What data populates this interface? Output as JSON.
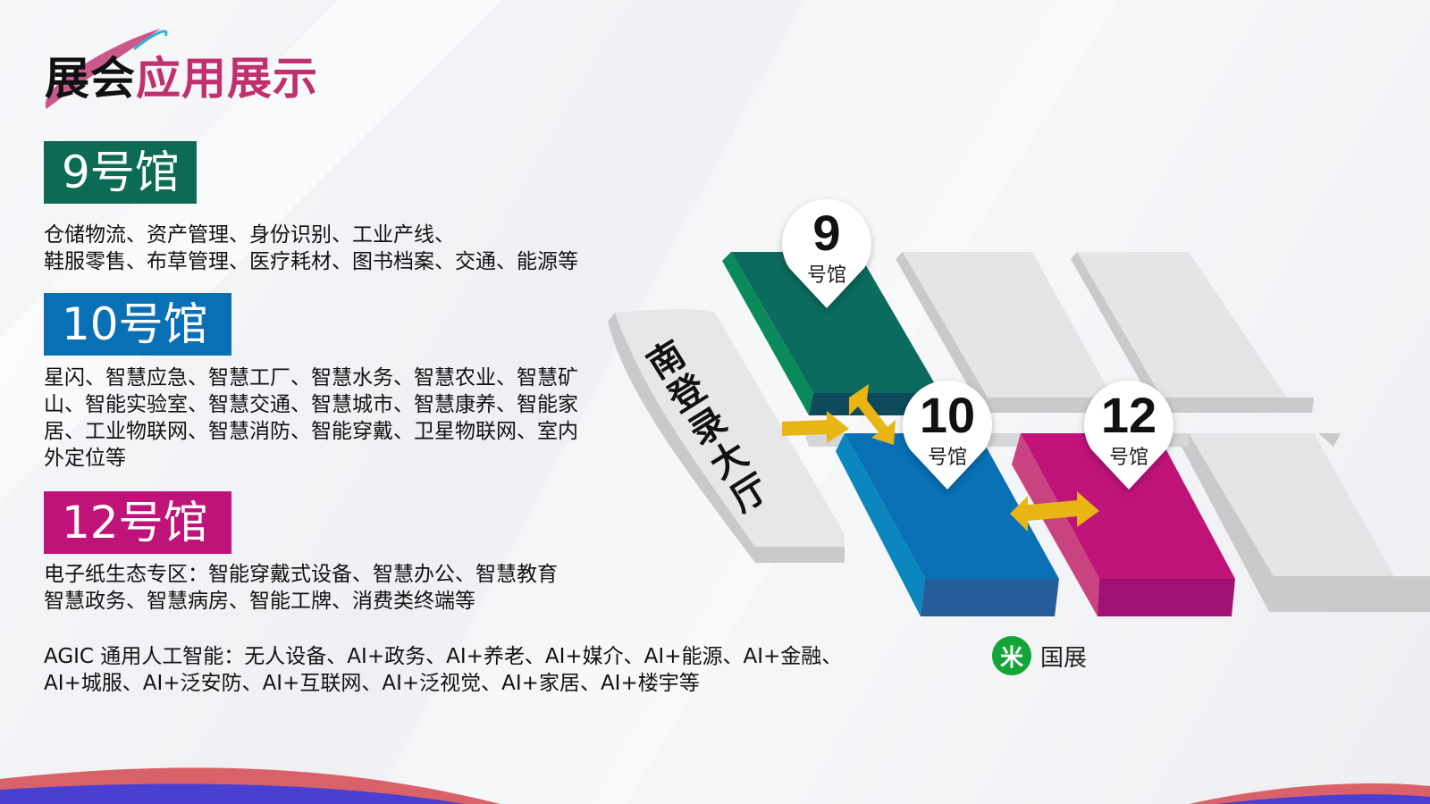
{
  "title": {
    "part1": "展会",
    "part2": "应用展示"
  },
  "halls": [
    {
      "tag": "9号馆",
      "color": "#0b6b55",
      "lines": [
        "仓储物流、资产管理、身份识别、工业产线、",
        "鞋服零售、布草管理、医疗耗材、图书档案、交通、能源等"
      ]
    },
    {
      "tag": "10号馆",
      "color": "#0a70b5",
      "lines": [
        "星闪、智慧应急、智慧工厂、智慧水务、智慧农业、智慧矿",
        "山、智能实验室、智慧交通、智慧城市、智慧康养、智能家",
        "居、工业物联网、智慧消防、智能穿戴、卫星物联网、室内",
        "外定位等"
      ]
    },
    {
      "tag": "12号馆",
      "color": "#c0137a",
      "lines": [
        "电子纸生态专区：智能穿戴式设备、智慧办公、智慧教育",
        "智慧政务、智慧病房、智能工牌、消费类终端等"
      ]
    }
  ],
  "agic": {
    "lines": [
      "AGIC 通用人工智能：无人设备、AI+政务、AI+养老、AI+媒介、AI+能源、AI+金融、",
      "AI+城服、AI+泛安防、AI+互联网、AI+泛视觉、AI+家居、AI+楼宇等"
    ]
  },
  "map": {
    "lobby": "南登录大厅",
    "pins": [
      {
        "num": "9",
        "sub": "号馆"
      },
      {
        "num": "10",
        "sub": "号馆"
      },
      {
        "num": "12",
        "sub": "号馆"
      }
    ],
    "arrow_color": "#e8b514"
  },
  "logo": {
    "text": "国展",
    "icon": "metro-logo-icon",
    "color": "#13a538"
  }
}
